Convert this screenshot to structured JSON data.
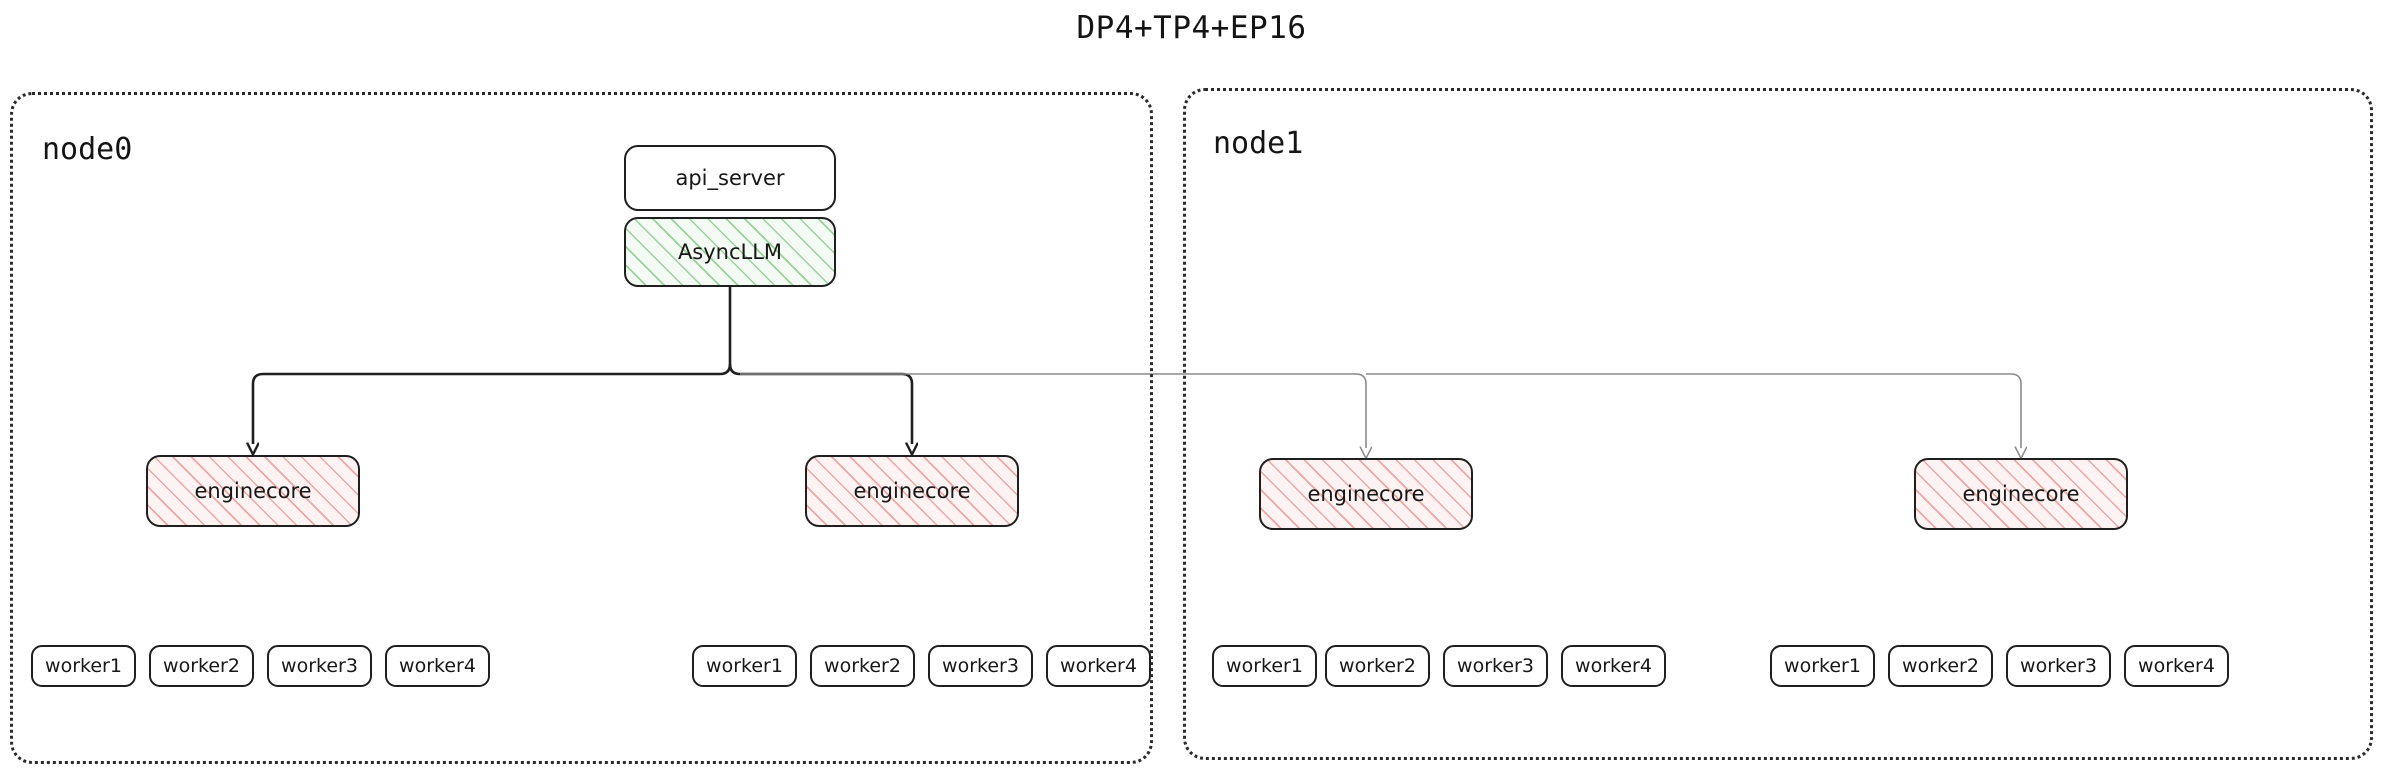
{
  "title": "DP4+TP4+EP16",
  "colors": {
    "stroke_dark": "#1f1f1f",
    "stroke_light": "#8a8a8a",
    "hatch_green": "#4caf50",
    "hatch_pink": "#e27878",
    "container_border": "#2b2b2b",
    "background": "#ffffff",
    "text": "#171717"
  },
  "nodes": [
    {
      "label": "node0",
      "top_boxes": [
        {
          "label": "api_server",
          "style": "plain"
        },
        {
          "label": "AsyncLLM",
          "style": "hatch-green"
        }
      ],
      "engines": [
        {
          "label": "enginecore",
          "workers": [
            "worker1",
            "worker2",
            "worker3",
            "worker4"
          ]
        },
        {
          "label": "enginecore",
          "workers": [
            "worker1",
            "worker2",
            "worker3",
            "worker4"
          ]
        }
      ]
    },
    {
      "label": "node1",
      "top_boxes": [],
      "engines": [
        {
          "label": "enginecore",
          "workers": [
            "worker1",
            "worker2",
            "worker3",
            "worker4"
          ]
        },
        {
          "label": "enginecore",
          "workers": [
            "worker1",
            "worker2",
            "worker3",
            "worker4"
          ]
        }
      ]
    }
  ]
}
